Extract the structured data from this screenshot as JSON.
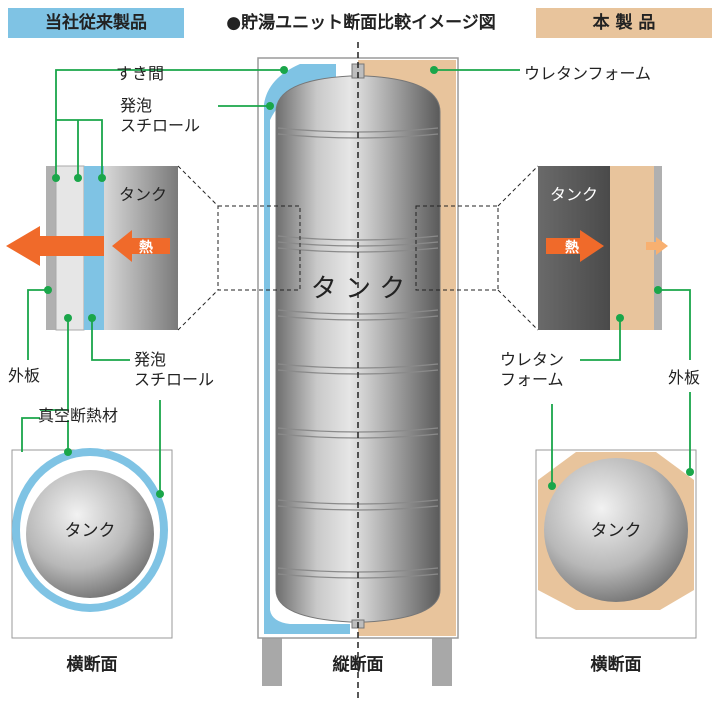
{
  "header": {
    "left_label": "当社従来製品",
    "center_title": "●貯湯ユニット断面比較イメージ図",
    "right_label": "本 製 品"
  },
  "labels": {
    "gap": "すき間",
    "styrofoam_top": "発泡\nスチロール",
    "urethane_top": "ウレタンフォーム",
    "outer_left": "外板",
    "styrofoam_bottom": "発泡\nスチロール",
    "vacuum_insulation": "真空断熱材",
    "urethane_right": "ウレタン\nフォーム",
    "outer_right": "外板"
  },
  "tank_labels": {
    "left_detail": "タンク",
    "center": "タ ン ク",
    "right_detail": "タンク",
    "left_cross": "タンク",
    "right_cross": "タンク"
  },
  "heat_labels": {
    "left": "熱",
    "right": "熱"
  },
  "captions": {
    "left": "横断面",
    "center": "縦断面",
    "right": "横断面"
  },
  "colors": {
    "styrofoam_blue": "#7fc3e4",
    "urethane_tan": "#e8c49c",
    "leader_green": "#1aa64a",
    "heat_orange": "#f06a2a",
    "heat_light": "#f8b070",
    "panel_gray": "#b0b0b0"
  },
  "icons": {
    "leader_dot": "green-dot",
    "heat_arrow": "orange-arrow"
  }
}
